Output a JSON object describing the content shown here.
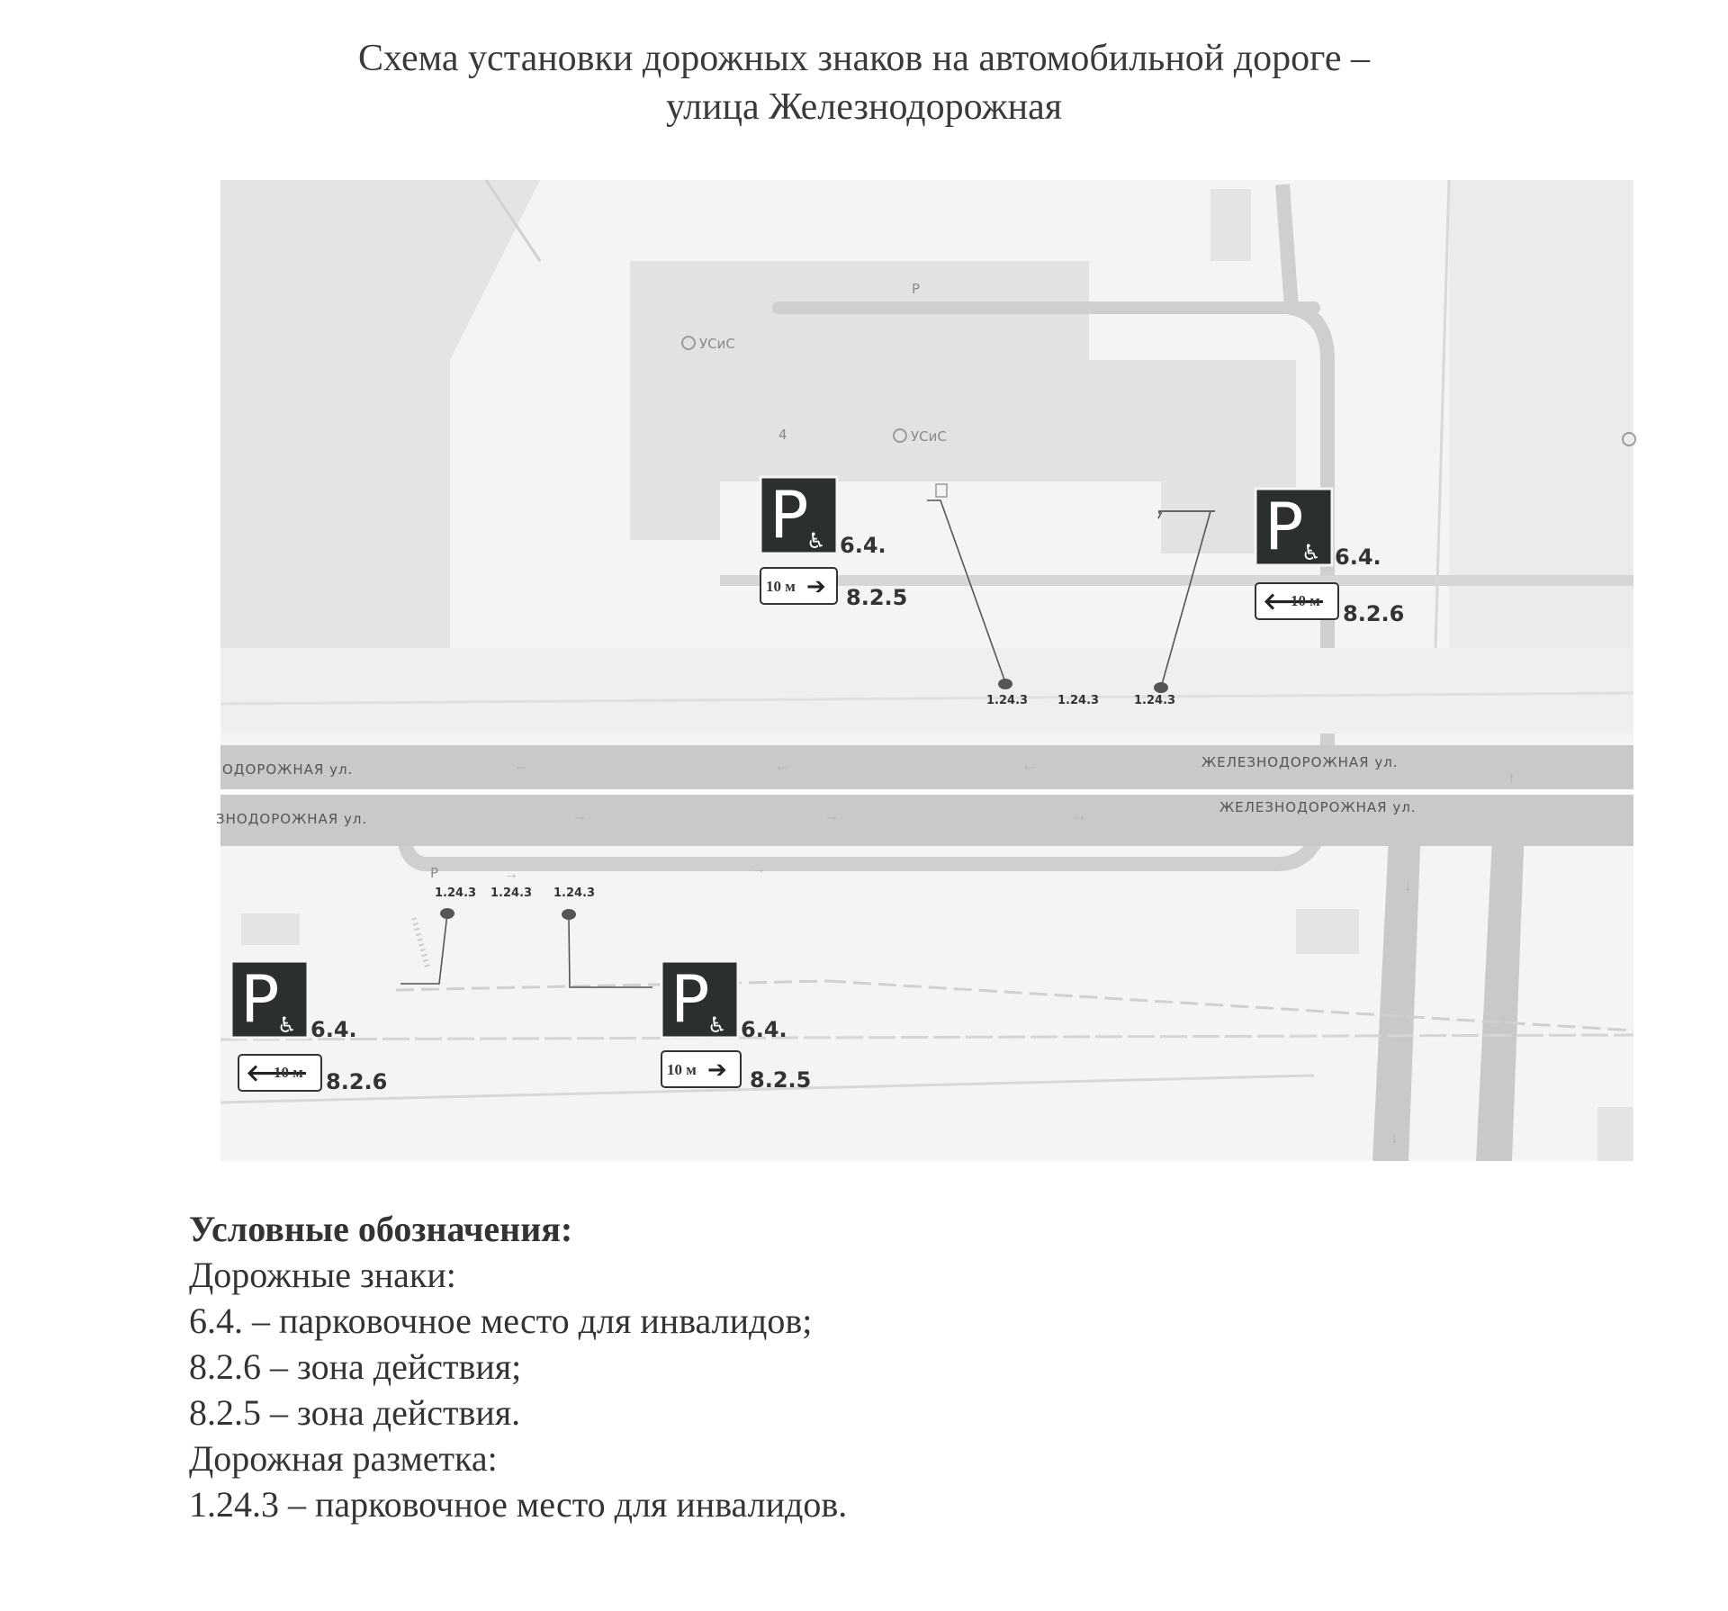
{
  "title": {
    "line1": "Схема установки дорожных знаков на автомобильной дороге –",
    "line2": "улица Железнодорожная"
  },
  "map": {
    "street_labels": [
      "ОДОРОЖНАЯ ул.",
      "ЗНОДОРОЖНАЯ ул.",
      "ЖЕЛЕЗНОДОРОЖНАЯ ул.",
      "ЖЕЛЕЗНОДОРОЖНАЯ ул."
    ],
    "poi": {
      "usis_1": "УСиС",
      "usis_2": "УСиС",
      "building_number": "4",
      "parking_glyph_top": "P",
      "parking_glyph_bottom": "P"
    },
    "parking_sign_glyph": "P",
    "disabled_glyph": "♿",
    "sign_groups": [
      {
        "sign_code": "6.4.",
        "plate_code": "8.2.5",
        "plate_text": "10 м",
        "arrow": "right"
      },
      {
        "sign_code": "6.4.",
        "plate_code": "8.2.6",
        "plate_text": "10 м",
        "arrow": "left"
      },
      {
        "sign_code": "6.4.",
        "plate_code": "8.2.6",
        "plate_text": "10 м",
        "arrow": "left"
      },
      {
        "sign_code": "6.4.",
        "plate_code": "8.2.5",
        "plate_text": "10 м",
        "arrow": "right"
      }
    ],
    "marking_labels_top": [
      "1.24.3",
      "1.24.3",
      "1.24.3"
    ],
    "marking_labels_bottom": [
      "1.24.3",
      "1.24.3",
      "1.24.3"
    ],
    "colors": {
      "road": "#c9c9c9",
      "sign_bg": "#2b2f2f",
      "map_bg": "#f3f3f3"
    }
  },
  "legend": {
    "heading": "Условные обозначения:",
    "signs_heading": "Дорожные знаки:",
    "items_signs": [
      "6.4. – парковочное место для инвалидов;",
      "8.2.6 – зона действия;",
      "8.2.5 – зона действия."
    ],
    "marking_heading": "Дорожная разметка:",
    "items_marking": [
      "1.24.3 – парковочное место для инвалидов."
    ]
  }
}
